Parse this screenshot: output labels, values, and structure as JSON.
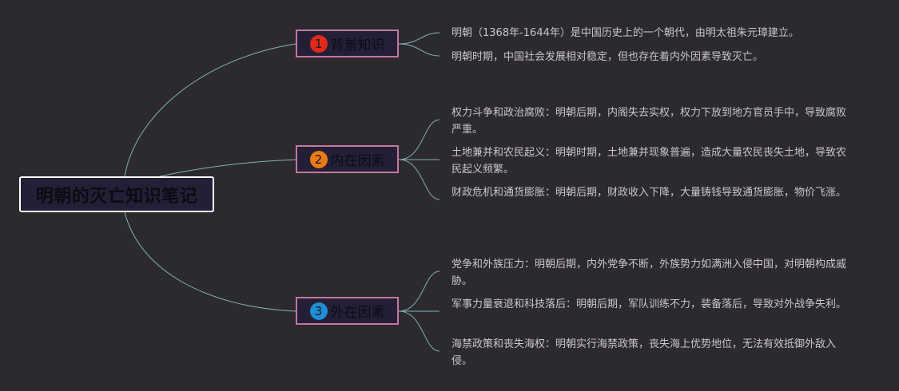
{
  "root": {
    "title": "明朝的灭亡知识笔记"
  },
  "colors": {
    "background": "#2d2a2f",
    "connector": "#7fb3b4",
    "branch_border": "#c3779f",
    "node_fill": "#241f36",
    "badge_1": "#e02a1b",
    "badge_2": "#ea7a14",
    "badge_3": "#1e8fd6"
  },
  "branches": [
    {
      "number": "1",
      "icon": "number-1-red-circle",
      "label": "背景知识",
      "items": [
        "明朝（1368年-1644年）是中国历史上的一个朝代，由明太祖朱元璋建立。",
        "明朝时期，中国社会发展相对稳定，但也存在着内外因素导致灭亡。"
      ]
    },
    {
      "number": "2",
      "icon": "number-2-orange-circle",
      "label": "内在因素",
      "items": [
        "权力斗争和政治腐败：明朝后期，内阁失去实权，权力下放到地方官员手中，导致腐败严重。",
        "土地兼并和农民起义：明朝时期，土地兼并现象普遍，造成大量农民丧失土地，导致农民起义频繁。",
        "财政危机和通货膨胀：明朝后期，财政收入下降，大量铸钱导致通货膨胀，物价飞涨。"
      ]
    },
    {
      "number": "3",
      "icon": "number-3-blue-circle",
      "label": "外在因素",
      "items": [
        "党争和外族压力：明朝后期，内外党争不断，外族势力如满洲入侵中国，对明朝构成威胁。",
        "军事力量衰退和科技落后：明朝后期，军队训练不力，装备落后，导致对外战争失利。",
        "海禁政策和丧失海权：明朝实行海禁政策，丧失海上优势地位，无法有效抵御外敌入侵。"
      ]
    }
  ]
}
